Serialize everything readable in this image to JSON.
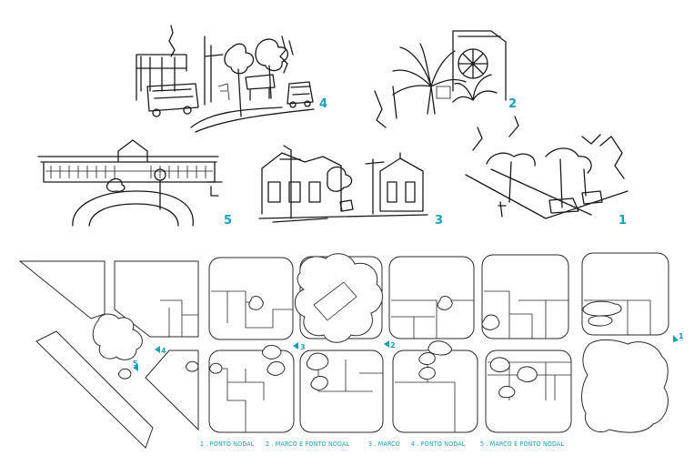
{
  "colors": {
    "accent": "#1aa0b8",
    "ink": "#1a1a1a"
  },
  "sketches": [
    {
      "id": "4",
      "label": "4"
    },
    {
      "id": "2",
      "label": "2"
    },
    {
      "id": "5",
      "label": "5"
    },
    {
      "id": "3",
      "label": "3"
    },
    {
      "id": "1",
      "label": "1"
    }
  ],
  "map_markers": [
    {
      "label": "4"
    },
    {
      "label": "5"
    },
    {
      "label": "3"
    },
    {
      "label": "2"
    },
    {
      "label": "1"
    }
  ],
  "legend": [
    {
      "text": "1 . PONTO NODAL"
    },
    {
      "text": "2 . MARCO E PONTO NODAL"
    },
    {
      "text": "3 . MARCO"
    },
    {
      "text": "4 . PONTO NODAL"
    },
    {
      "text": "5 . MARCO E PONTO NODAL"
    }
  ]
}
